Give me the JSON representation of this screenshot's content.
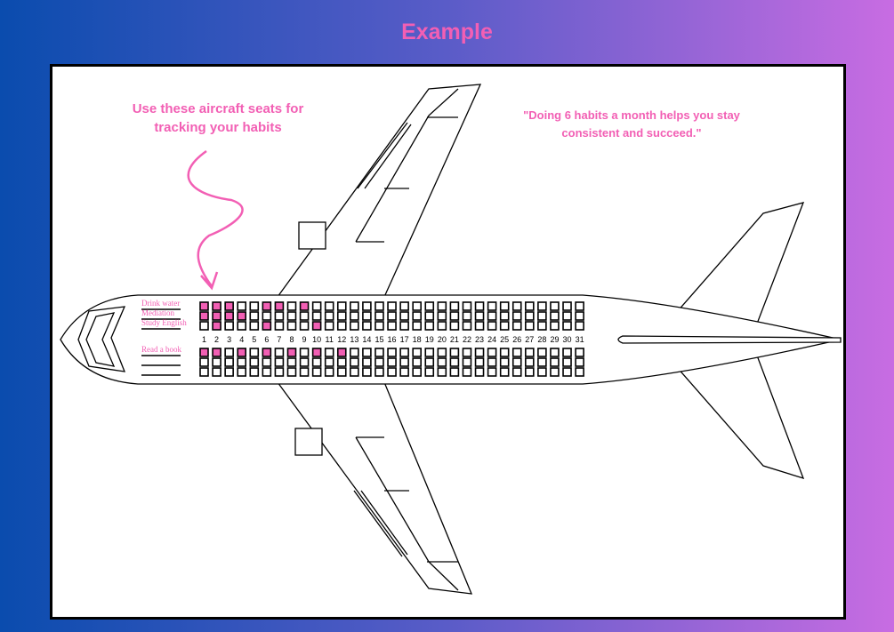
{
  "title": "Example",
  "note_left": "Use these aircraft seats for tracking your habits",
  "note_right": "\"Doing 6 habits a month helps you stay consistent and succeed.\"",
  "habits": [
    {
      "label": "Drink water",
      "done": [
        1,
        2,
        3,
        6,
        7,
        9
      ]
    },
    {
      "label": "Mediation",
      "done": [
        1,
        2,
        3,
        4
      ]
    },
    {
      "label": "Study English",
      "done": [
        2,
        6,
        10
      ]
    },
    {
      "label": "Read a book",
      "done": [
        1,
        2,
        4,
        6,
        8,
        10,
        12
      ]
    },
    {
      "label": "",
      "done": []
    },
    {
      "label": "",
      "done": []
    }
  ],
  "days": 31,
  "colors": {
    "accent": "#f25fb4"
  }
}
